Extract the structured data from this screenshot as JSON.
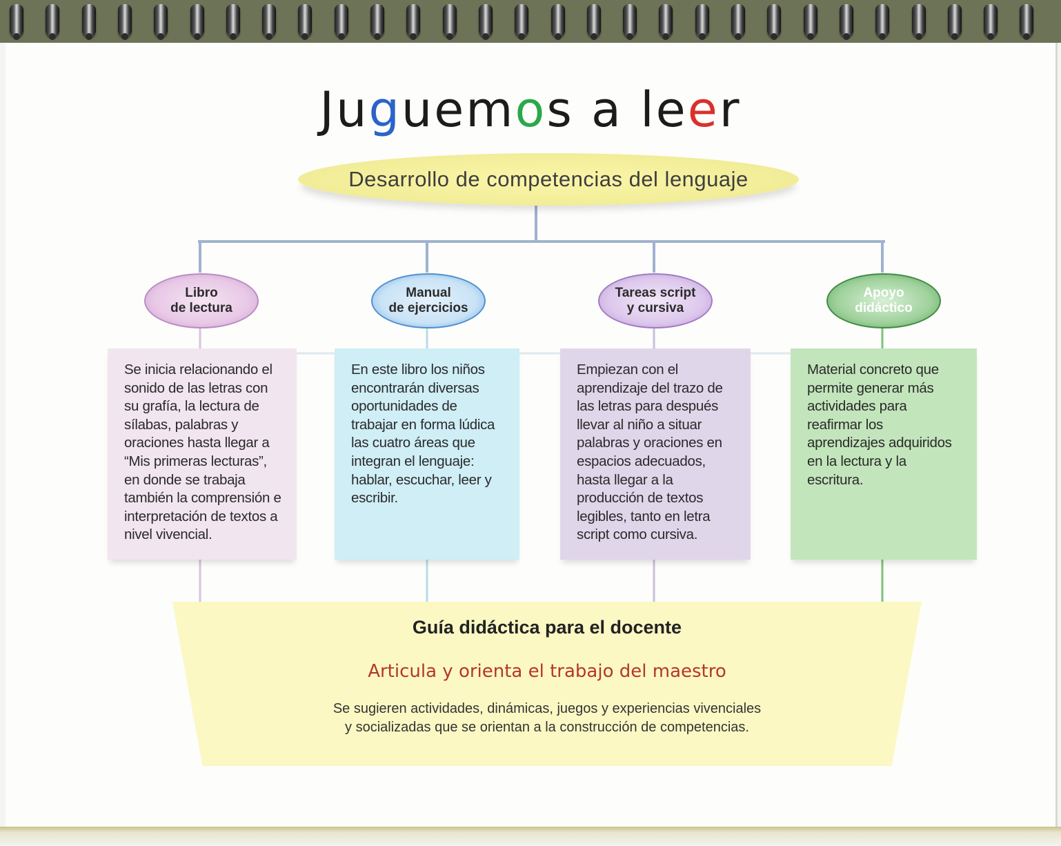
{
  "title": "Juguemos a leer",
  "top_node": "Desarrollo de competencias del lenguaje",
  "branches": [
    {
      "label": "Libro\nde lectura",
      "text": "Se inicia relacionando el sonido de las letras con su grafía, la lectura de sílabas, palabras y oraciones hasta llegar a “Mis primeras lecturas”, en donde se trabaja también la comprensión e interpretación de textos a nivel vivencial."
    },
    {
      "label": "Manual\nde ejercicios",
      "text": "En este libro los niños encontrarán diversas oportunidades de trabajar en forma lúdica las cuatro áreas que integran el lenguaje: hablar, escuchar, leer y escribir."
    },
    {
      "label": "Tareas script\ny cursiva",
      "text": "Empiezan con el aprendizaje del trazo de las letras para después llevar al niño a situar palabras y oraciones en espacios adecuados, hasta llegar a la producción de textos legibles, tanto en letra script como cursiva."
    },
    {
      "label": "Apoyo\ndidáctico",
      "text": "Material concreto que permite generar más actividades para reafirmar los aprendizajes adquiridos en la lectura y la escritura."
    }
  ],
  "guide": {
    "title": "Guía didáctica para el docente",
    "subtitle": "Articula y orienta el trabajo del maestro",
    "body": "Se sugieren actividades, dinámicas, juegos y experiencias vivenciales\ny socializadas que se orientan a la construcción de competencias."
  },
  "colors": {
    "pink": "#f1e5ef",
    "blue": "#cfeef6",
    "purple": "#e0d6ea",
    "green": "#c3e5bc",
    "yellow": "#fbf8c4",
    "title_blue_dot": "#2b63c9",
    "title_green_dot": "#2aa84a",
    "title_red_dot": "#d8312b"
  }
}
